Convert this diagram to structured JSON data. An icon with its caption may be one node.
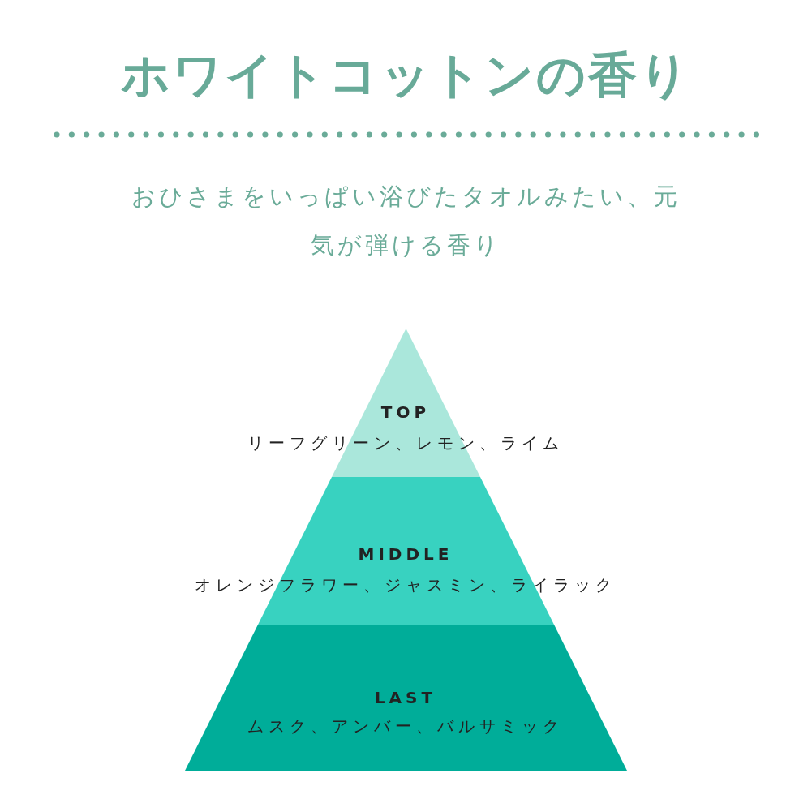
{
  "diagram": {
    "title": "ホワイトコットンの香り",
    "nodes": [
      {
        "text": [
          "TOP",
          "リーフグリーン、レモン、ライム"
        ]
      },
      {
        "text": [
          "MIDDLE",
          "オレンジフラワー、ジャスミン、ライラック"
        ]
      },
      {
        "text": [
          "LAST",
          "ムスク、アンバー、バルサミック"
        ]
      }
    ],
    "labels": [
      "おひさまをいっぱい浴びたタオルみたい、元気が弾ける香り"
    ]
  }
}
